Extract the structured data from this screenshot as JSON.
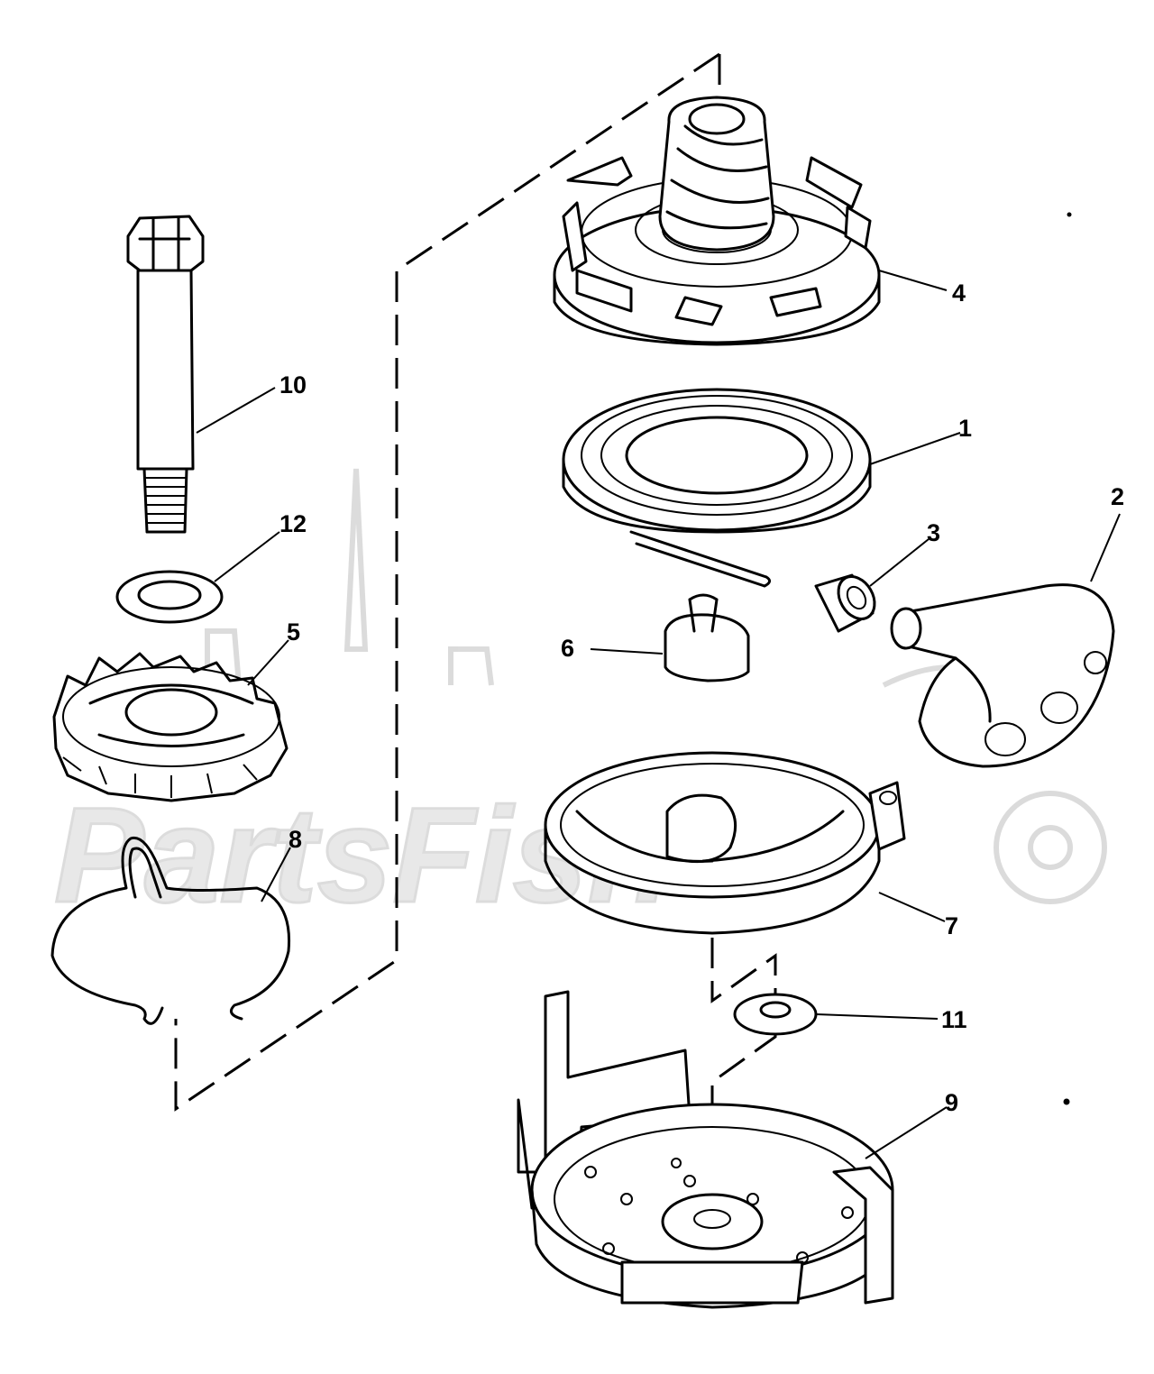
{
  "diagram": {
    "watermark_text": "PartsFish",
    "parts": [
      {
        "id": "part-1",
        "label": "1"
      },
      {
        "id": "part-2",
        "label": "2"
      },
      {
        "id": "part-3",
        "label": "3"
      },
      {
        "id": "part-4",
        "label": "4"
      },
      {
        "id": "part-5",
        "label": "5"
      },
      {
        "id": "part-6",
        "label": "6"
      },
      {
        "id": "part-7",
        "label": "7"
      },
      {
        "id": "part-8",
        "label": "8"
      },
      {
        "id": "part-9",
        "label": "9"
      },
      {
        "id": "part-10",
        "label": "10"
      },
      {
        "id": "part-11",
        "label": "11"
      },
      {
        "id": "part-12",
        "label": "12"
      }
    ]
  }
}
